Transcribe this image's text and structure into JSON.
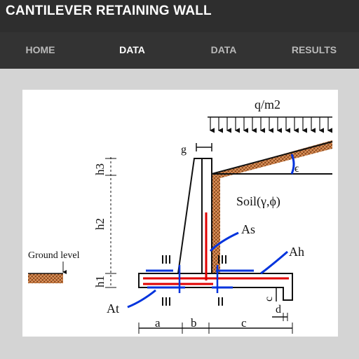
{
  "app": {
    "title": "CANTILEVER RETAINING WALL"
  },
  "tabs": [
    {
      "label": "HOME"
    },
    {
      "label": "DATA"
    },
    {
      "label": "DATA"
    },
    {
      "label": "RESULTS"
    }
  ],
  "active_tab": 1,
  "diagram": {
    "load_label": "q/m2",
    "g_label": "g",
    "h3_label": "h3",
    "h2_label": "h2",
    "h1_label": "h1",
    "ground_label": "Ground level",
    "soil_label": "Soil(γ,ϕ)",
    "epsilon_label": "ϵ",
    "as_label": "As",
    "ah_label": "Ah",
    "at_label": "At",
    "c_vertical_label": "c",
    "d_label": "d",
    "a_label": "a",
    "b_label": "b",
    "c_label": "c",
    "colors": {
      "soil": "#c8773d",
      "steel_red": "#e00000",
      "steel_blue": "#0033dd",
      "line": "#111111"
    }
  }
}
